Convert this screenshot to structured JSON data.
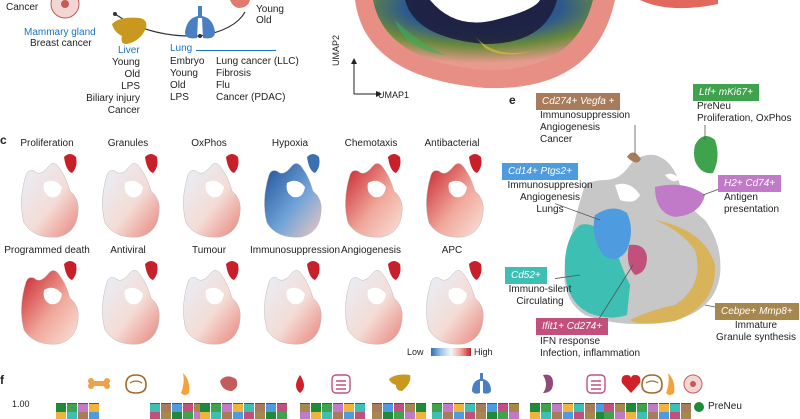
{
  "panel_a": {
    "top_left": "Cancer",
    "mammary_title": "Mammary gland",
    "mammary_sub": "Breast cancer",
    "liver_title": "Liver",
    "liver_items": [
      "Young",
      "Old",
      "LPS",
      "Biliary injury",
      "Cancer"
    ],
    "lung_title": "Lung",
    "lung_col1": [
      "Embryo",
      "Young",
      "Old",
      "LPS"
    ],
    "lung_col2": [
      "Lung cancer (LLC)",
      "Fibrosis",
      "Flu",
      "Cancer (PDAC)"
    ],
    "top_right": [
      "Young",
      "Old"
    ]
  },
  "panel_b": {
    "y_axis": "UMAP2",
    "x_axis": "UMAP1"
  },
  "panel_c": {
    "letter": "c",
    "row1": [
      "Proliferation",
      "Granules",
      "OxPhos",
      "Hypoxia",
      "Chemotaxis",
      "Antibacterial"
    ],
    "row2": [
      "Programmed death",
      "Antiviral",
      "Tumour",
      "Immunosuppression",
      "Angiogenesis",
      "APC"
    ],
    "legend_low": "Low",
    "legend_high": "High"
  },
  "panel_e": {
    "letter": "e",
    "tags": [
      {
        "label": "Cd274+ Vegfa +",
        "color": "#a87b5a"
      },
      {
        "label": "Ltf+ mKi67+",
        "color": "#3fa34d"
      },
      {
        "label": "Cd14+ Ptgs2+",
        "color": "#4f9be0"
      },
      {
        "label": "H2+ Cd74+",
        "color": "#c07ac8"
      },
      {
        "label": "Cd52+",
        "color": "#3dbfb3"
      },
      {
        "label": "Ifit1+ Cd274+",
        "color": "#c2507d"
      },
      {
        "label": "Cebpe+ Mmp8+",
        "color": "#a6884f"
      }
    ],
    "descs": {
      "cd274": [
        "Immunosuppression",
        "Angiogenesis",
        "Cancer"
      ],
      "ltf": [
        "PreNeu",
        "Proliferation, OxPhos"
      ],
      "cd14": [
        "Immunosuppresion",
        "Angiogenesis",
        "Lungs"
      ],
      "h2": [
        "Antigen",
        "presentation"
      ],
      "cd52": [
        "Immuno-silent",
        "Circulating"
      ],
      "ifit1": [
        "IFN response",
        "Infection, inflammation"
      ],
      "cebpe": [
        "Immature",
        "Granule synthesis"
      ]
    }
  },
  "panel_f": {
    "letter": "f",
    "y_tick": "1.00",
    "legend_label": "PreNeu",
    "legend_color": "#1e8a3a",
    "icons": [
      "bone-icon",
      "brain-icon",
      "horn-icon",
      "spleen-icon",
      "blood-drop-icon",
      "intestine-icon",
      "liver-icon",
      "lung-icon",
      "kidney-icon",
      "intestine-icon",
      "heart-icon",
      "brain-icon",
      "horn-icon",
      "eye-icon"
    ]
  },
  "colors": {
    "blue_text": "#1a73c8",
    "low": "#2f6fb5",
    "high": "#c8202a"
  }
}
